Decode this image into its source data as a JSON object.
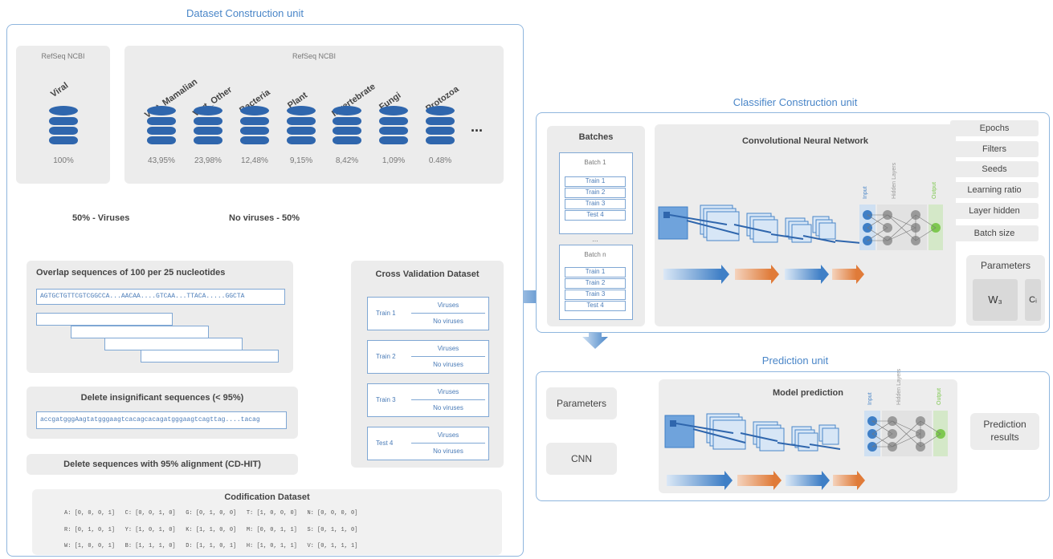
{
  "units": {
    "dataset": "Dataset Construction unit",
    "classifier": "Classifier Construction unit",
    "prediction": "Prediction unit"
  },
  "refseq_viral": {
    "label": "RefSeq NCBI",
    "name": "Viral",
    "pct": "100%"
  },
  "refseq_other": {
    "label": "RefSeq NCBI",
    "dbs": [
      {
        "name": "Vert_Mamalian",
        "pct": "43,95%"
      },
      {
        "name": "Vert_Other",
        "pct": "23,98%"
      },
      {
        "name": "Bacteria",
        "pct": "12,48%"
      },
      {
        "name": "Plant",
        "pct": "9,15%"
      },
      {
        "name": "Invertebrate",
        "pct": "8,42%"
      },
      {
        "name": "Fungi",
        "pct": "1,09%"
      },
      {
        "name": "Protozoa",
        "pct": "0.48%"
      }
    ],
    "more": "..."
  },
  "flow": {
    "viruses": "50% - Viruses",
    "no_viruses": "No viruses - 50%",
    "overlap_title": "Overlap sequences of 100 per 25 nucleotides",
    "overlap_seq": "AGTGCTGTTCGTCGGCCA...AACAA....GTCAA...TTACA.....GGCTA",
    "delete_title": "Delete insignificant sequences (< 95%)",
    "delete_seq": "accgatgggAagtatgggaagtcacagcacagatgggaagtcagttag....tacag",
    "cdhit": "Delete sequences with 95% alignment (CD-HIT)"
  },
  "cv": {
    "title": "Cross Validation Dataset",
    "folds": [
      {
        "name": "Train 1",
        "a": "Viruses",
        "b": "No viruses"
      },
      {
        "name": "Train 2",
        "a": "Viruses",
        "b": "No viruses"
      },
      {
        "name": "Train 3",
        "a": "Viruses",
        "b": "No viruses"
      },
      {
        "name": "Test 4",
        "a": "Viruses",
        "b": "No viruses"
      }
    ]
  },
  "codification": {
    "title": "Codification Dataset",
    "lines": [
      "A: [0, 0, 0, 1]   C: [0, 0, 1, 0]   G: [0, 1, 0, 0]   T: [1, 0, 0, 0]   N: [0, 0, 0, 0]",
      "R: [0, 1, 0, 1]   Y: [1, 0, 1, 0]   K: [1, 1, 0, 0]   M: [0, 0, 1, 1]   S: [0, 1, 1, 0]",
      "W: [1, 0, 0, 1]   B: [1, 1, 1, 0]   D: [1, 1, 0, 1]   H: [1, 0, 1, 1]   V: [0, 1, 1, 1]"
    ]
  },
  "batches": {
    "title": "Batches",
    "b1": {
      "title": "Batch 1",
      "rows": [
        "Train 1",
        "Train 2",
        "Train 3",
        "Test 4"
      ]
    },
    "dots": "...",
    "bn": {
      "title": "Batch n",
      "rows": [
        "Train 1",
        "Train 2",
        "Train 3",
        "Test 4"
      ]
    }
  },
  "cnn": {
    "title": "Convolutional Neural Network",
    "layer_labels": [
      "Input",
      "Hidden Layers",
      "Output"
    ]
  },
  "params_list": [
    "Epochs",
    "Filters",
    "Seeds",
    "Learning ratio",
    "Layer hidden",
    "Batch size"
  ],
  "params_box": {
    "title": "Parameters",
    "w": "W₃",
    "c": "Cᵢ"
  },
  "prediction": {
    "parameters": "Parameters",
    "cnn": "CNN",
    "model": "Model prediction",
    "results": "Prediction results"
  },
  "colors": {
    "accent": "#4a86c8",
    "frame": "#8fb6de",
    "panel": "#ececec",
    "orange": "#e07b39",
    "green": "#7ec850"
  }
}
